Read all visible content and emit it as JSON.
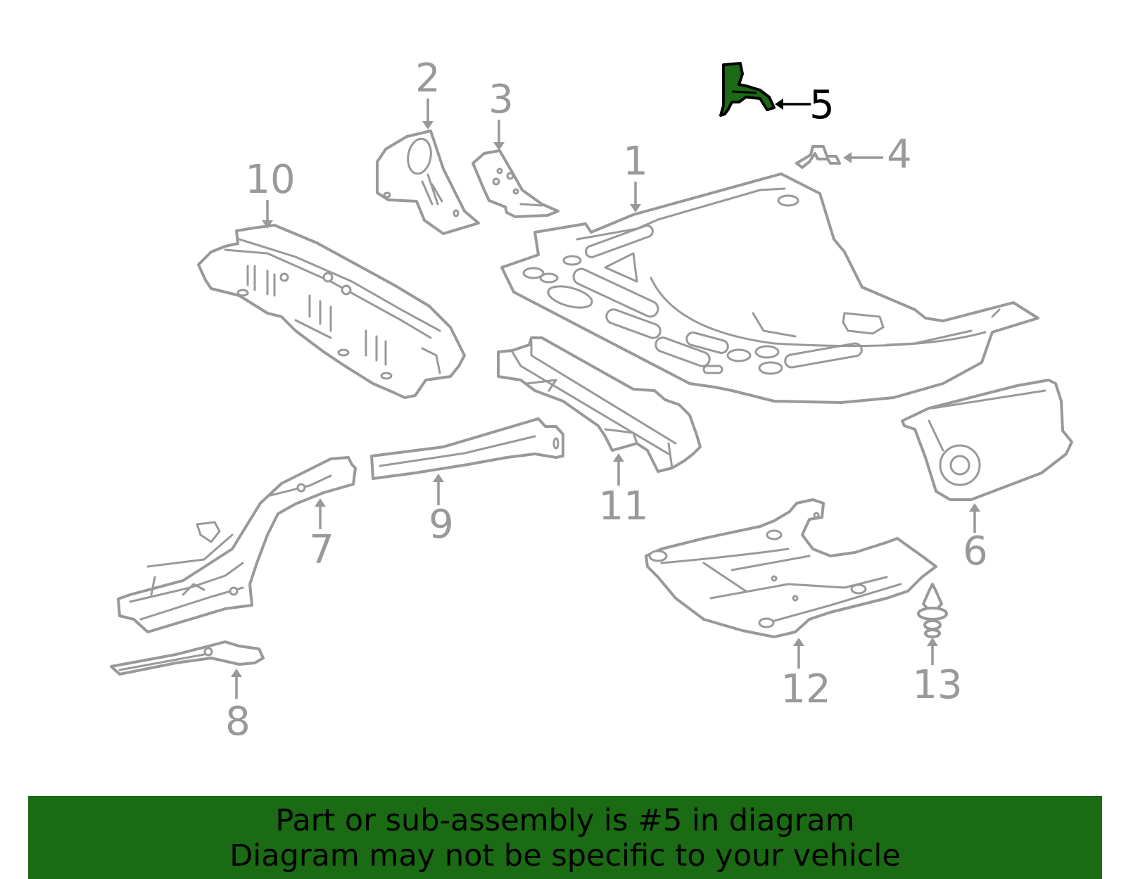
{
  "colors": {
    "banner_bg": "#1a6b13",
    "highlight_fill": "#1a6b13",
    "part_stroke": "#999999",
    "active_callout": "#000000"
  },
  "highlighted_part": "5",
  "callouts": {
    "c1": "1",
    "c2": "2",
    "c3": "3",
    "c4": "4",
    "c5": "5",
    "c6": "6",
    "c7": "7",
    "c8": "8",
    "c9": "9",
    "c10": "10",
    "c11": "11",
    "c12": "12",
    "c13": "13"
  },
  "banner": {
    "line1": "Part or sub-assembly is #5 in diagram",
    "line2": "Diagram may not be specific to your vehicle"
  }
}
